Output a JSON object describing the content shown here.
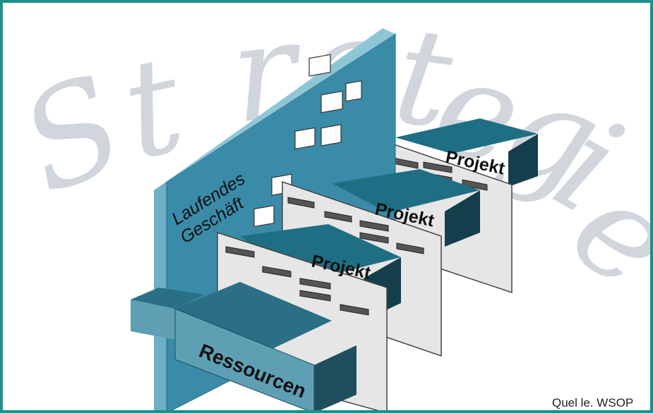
{
  "watermark": "Strategie",
  "wall_label_line1": "Laufendes",
  "wall_label_line2": "Geschäft",
  "projects": [
    {
      "label": "Projekt"
    },
    {
      "label": "Projekt"
    },
    {
      "label": "Projekt"
    }
  ],
  "resources_label": "Ressourcen",
  "source_label": "Quel le. WSOP",
  "colors": {
    "frame": "#1e8f8a",
    "wall_front": "#3a8ba8",
    "wall_side": "#6fb0c6",
    "beam_top": "#2a6f86",
    "beam_front": "#1f4f5e",
    "shelf_top": "#1f6f84",
    "shelf_dark": "#153f4d",
    "panel": "#e6e6e6",
    "gantt_bar": "#555555"
  }
}
